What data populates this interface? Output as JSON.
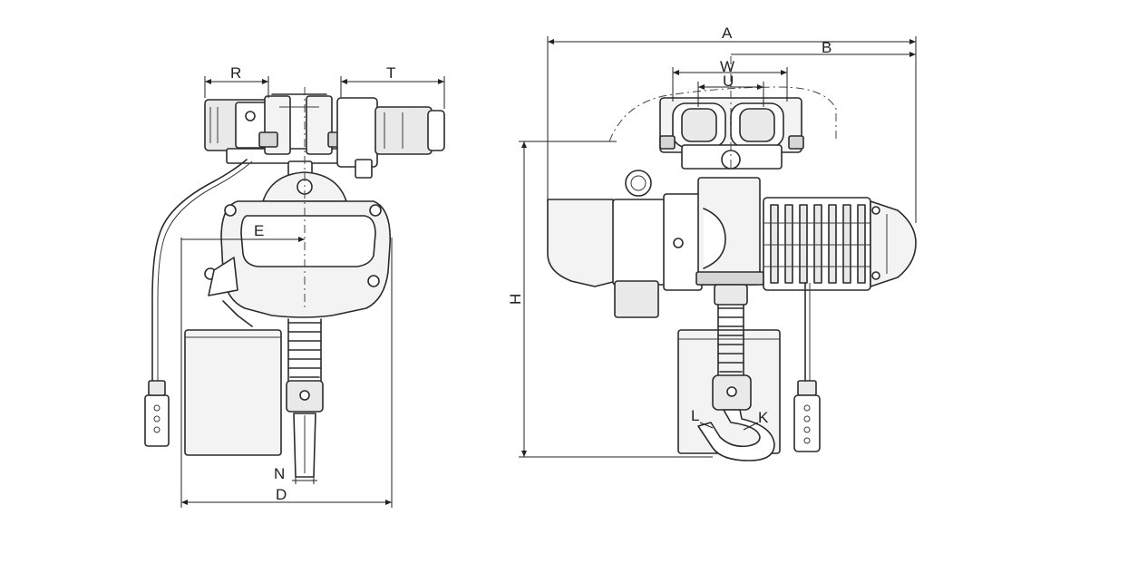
{
  "colors": {
    "line": "#2b2b2b",
    "shade": "#e9e9e9",
    "background": "#ffffff"
  },
  "dimensions": {
    "A": "A",
    "B": "B",
    "W": "W",
    "U": "U",
    "H": "H",
    "K": "K",
    "L": "L",
    "R": "R",
    "T": "T",
    "E": "E",
    "N": "N",
    "D": "D"
  }
}
